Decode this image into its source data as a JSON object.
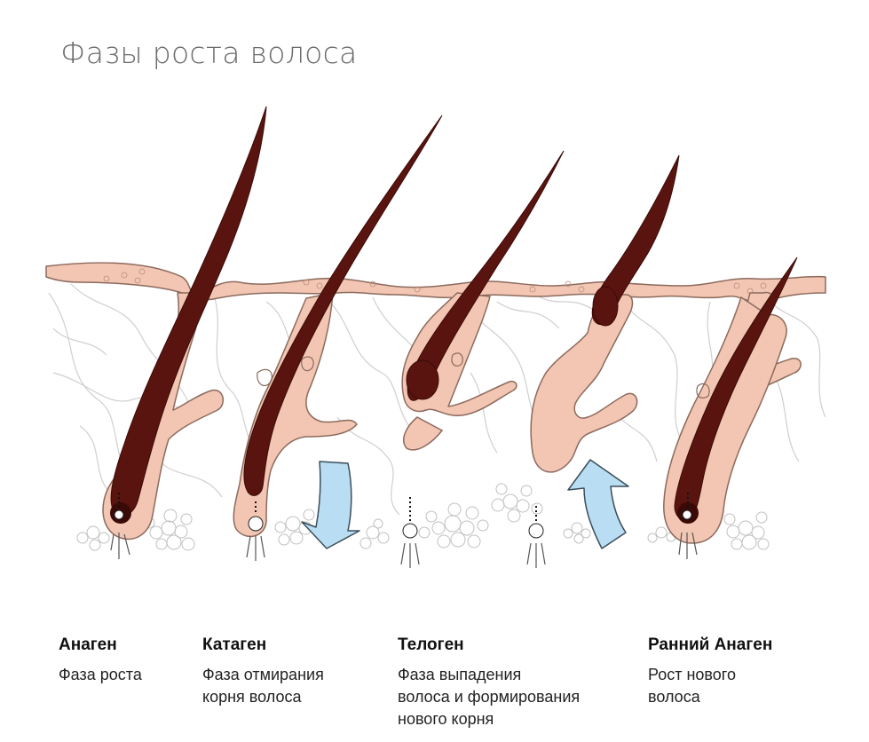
{
  "title": "Фазы роста волоса",
  "colors": {
    "skin": "#f2c6b3",
    "skin_outline": "#8c6a5d",
    "hair": "#5a1410",
    "hair_dark": "#3a0a07",
    "arrow": "#b9ddf2",
    "arrow_outline": "#3c4e5a",
    "fibers": "#c8c8c8"
  },
  "phases": [
    {
      "name": "Анаген",
      "description": "Фаза роста"
    },
    {
      "name": "Катаген",
      "description": "Фаза отмирания\nкорня волоса"
    },
    {
      "name": "Телоген",
      "description": "Фаза выпадения\nволоса и формирования\nнового корня"
    },
    {
      "name": "Ранний Анаген",
      "description": "Рост нового\nволоса"
    }
  ]
}
